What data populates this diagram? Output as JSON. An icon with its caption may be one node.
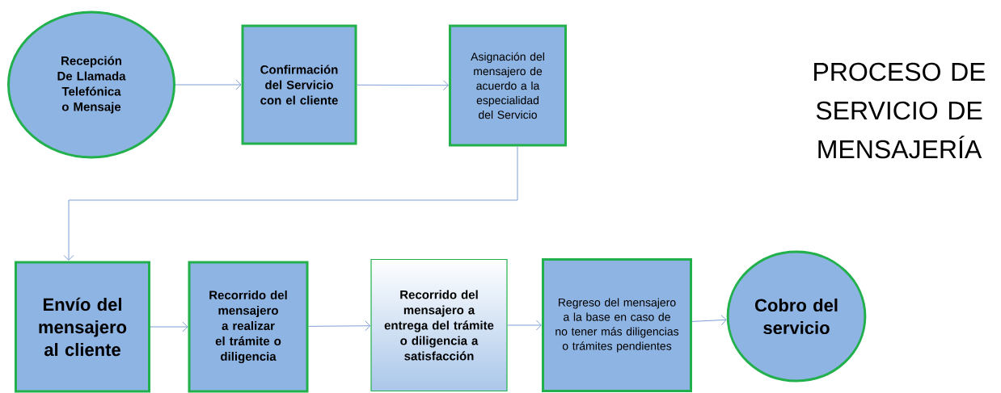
{
  "diagram": {
    "title": "PROCESO DE SERVICIO DE MENSAJERÍA",
    "nodes": [
      {
        "text": [
          "Recepción De Llamada Telefónica o Mensaje"
        ]
      },
      {
        "text": [
          "Confirmación del Servicio con el cliente"
        ]
      },
      {
        "text": [
          "Asignación del mensajero de acuerdo a la especialidad del Servicio"
        ]
      },
      {
        "text": [
          "Envío del mensajero al cliente"
        ]
      },
      {
        "text": [
          "Recorrido del mensajero a realizar el trámite o diligencia"
        ]
      },
      {
        "text": [
          "Recorrido del mensajero a entrega del trámite o diligencia a satisfacción"
        ]
      },
      {
        "text": [
          "Regreso del mensajero a la base en caso de no tener más diligencias o trámites pendientes"
        ]
      },
      {
        "text": [
          "Cobro del servicio"
        ]
      }
    ],
    "edges": [
      {
        "from": 0,
        "to": 1,
        "arrow": "to"
      },
      {
        "from": 1,
        "to": 2,
        "arrow": "to"
      },
      {
        "from": 2,
        "to": 3,
        "arrow": "to"
      },
      {
        "from": 3,
        "to": 4,
        "arrow": "to"
      },
      {
        "from": 4,
        "to": 5,
        "arrow": "to"
      },
      {
        "from": 5,
        "to": 6,
        "arrow": "to"
      },
      {
        "from": 6,
        "to": 7,
        "arrow": "to"
      }
    ]
  }
}
